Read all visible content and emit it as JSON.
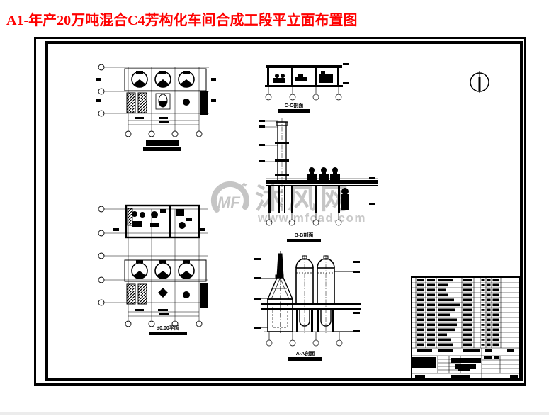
{
  "page": {
    "title": "A1-年产20万吨混合C4芳构化车间合成工段平立面布置图",
    "title_color": "#ff0000",
    "sheet_background": "#ffffff",
    "line_color": "#000000"
  },
  "drawings": {
    "section_cc": {
      "label": "C-C剖面"
    },
    "section_bb": {
      "label": "B-B剖面"
    },
    "plan_zero": {
      "label": "±0.00平面"
    },
    "section_aa": {
      "label": "A-A剖面"
    }
  },
  "watermark": {
    "logo_text": "MF",
    "site_name": "沐风网",
    "site_url": "www.mfcad.com",
    "color": "#c5c5c5"
  },
  "title_block": {
    "rows": 14
  }
}
